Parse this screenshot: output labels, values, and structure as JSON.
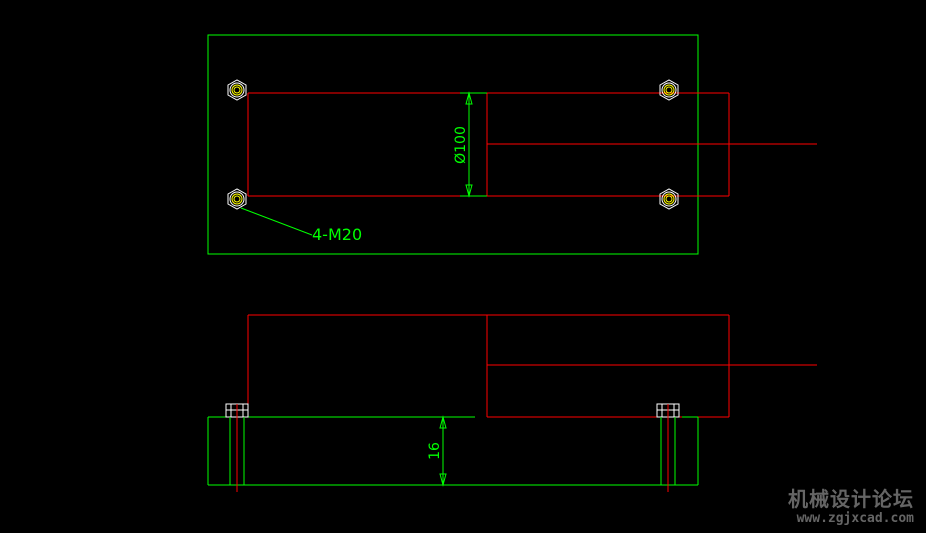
{
  "drawing": {
    "background": "#000000",
    "outline_color": "#00ff00",
    "part_color": "#ff0000",
    "dimension_color": "#00ff00",
    "top_view": {
      "diameter_label": "Ø100",
      "bolt_callout": "4-M20"
    },
    "front_view": {
      "height_label": "16"
    }
  },
  "watermark": {
    "title": "机械设计论坛",
    "url": "www.zgjxcad.com"
  }
}
